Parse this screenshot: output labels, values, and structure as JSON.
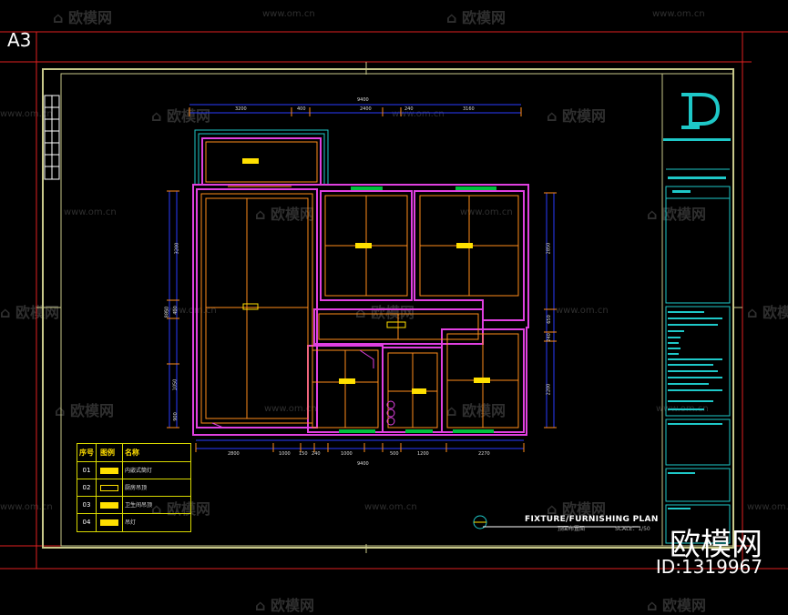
{
  "sheet_size": "A3",
  "brand": "欧模网",
  "model_id": "ID:1319967",
  "plan": {
    "title": "FIXTURE/FURNISHING PLAN",
    "subtitle": "顶面布置图",
    "scale": "SCALE：1/50"
  },
  "legend": {
    "headers": [
      "序号",
      "图例",
      "名称"
    ],
    "rows": [
      {
        "no": "01",
        "name": "内嵌式筒灯"
      },
      {
        "no": "02",
        "name": "厨房吊顶"
      },
      {
        "no": "03",
        "name": "卫生间吊顶"
      },
      {
        "no": "04",
        "name": "吊灯"
      }
    ]
  },
  "dimensions": {
    "top_total": "9400",
    "top_segments": [
      "3200",
      "400",
      "2400",
      "240",
      "3160"
    ],
    "bottom_total": "9400",
    "bottom_segments": [
      "2800",
      "1000",
      "150",
      "240",
      "1000",
      "500",
      "1200",
      "2270"
    ],
    "left_segments": [
      "3200",
      "400",
      "1050",
      "900"
    ],
    "left_total": "8850",
    "right_segments": [
      "2850",
      "650",
      "240",
      "2200"
    ]
  },
  "watermark": {
    "logo_text": "欧模网",
    "url": "www.om.cn"
  },
  "colors": {
    "frame": "#c8c88a",
    "outer_red": "#e02020",
    "wall": "#e040e0",
    "ceiling": "#ff8c1a",
    "light": "#ffe000",
    "dimension": "#2a3cff",
    "titleblock": "#1ec8c8",
    "green_window": "#00c040"
  }
}
